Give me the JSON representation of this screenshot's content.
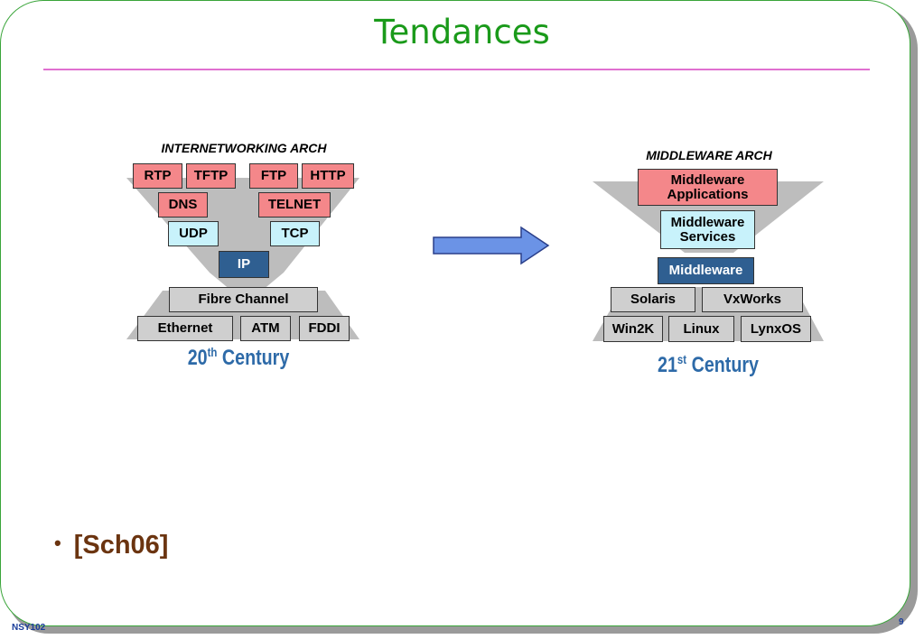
{
  "slide": {
    "title": "Tendances",
    "footer_left": "NSY102",
    "page_number": "9",
    "bullet_text": "[Sch06]"
  },
  "left": {
    "heading": "INTERNETWORKING ARCH",
    "boxes": {
      "rtp": "RTP",
      "tftp": "TFTP",
      "ftp": "FTP",
      "http": "HTTP",
      "dns": "DNS",
      "telnet": "TELNET",
      "udp": "UDP",
      "tcp": "TCP",
      "ip": "IP",
      "fibre": "Fibre Channel",
      "ethernet": "Ethernet",
      "atm": "ATM",
      "fddi": "FDDI"
    },
    "century_num": "20",
    "century_sup": "th",
    "century_word": "Century"
  },
  "right": {
    "heading": "MIDDLEWARE ARCH",
    "boxes": {
      "apps": "Middleware Applications",
      "services": "Middleware Services",
      "middleware": "Middleware",
      "solaris": "Solaris",
      "vxworks": "VxWorks",
      "win2k": "Win2K",
      "linux": "Linux",
      "lynxos": "LynxOS"
    },
    "century_num": "21",
    "century_sup": "st",
    "century_word": "Century"
  },
  "colors": {
    "title": "#1a9a1a",
    "rule": "#e070d0",
    "red_box": "#f4878a",
    "cyan_box": "#c8f2fb",
    "blue_box": "#2f5f91",
    "grey_box": "#cfcfcf",
    "arrow": "#6b93e6",
    "century": "#2d6aa8"
  }
}
